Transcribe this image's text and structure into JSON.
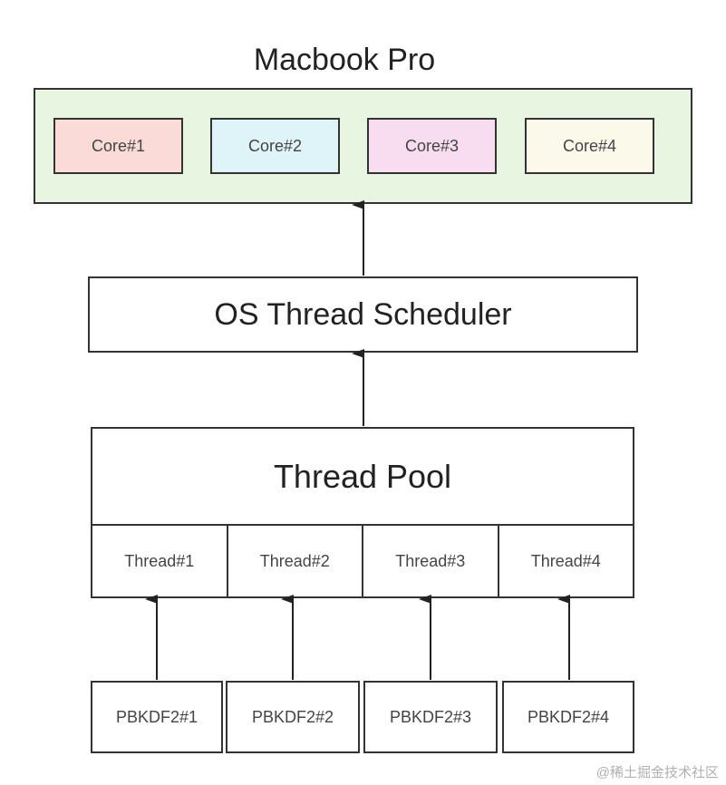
{
  "title": "Macbook Pro",
  "cores": [
    "Core#1",
    "Core#2",
    "Core#3",
    "Core#4"
  ],
  "scheduler": "OS Thread Scheduler",
  "pool": "Thread Pool",
  "threads": [
    "Thread#1",
    "Thread#2",
    "Thread#3",
    "Thread#4"
  ],
  "tasks": [
    "PBKDF2#1",
    "PBKDF2#2",
    "PBKDF2#3",
    "PBKDF2#4"
  ],
  "watermark": "@稀土掘金技术社区",
  "colors": {
    "macbook_bg": "#e8f6e1",
    "core1": "#fadbd8",
    "core2": "#dff4f8",
    "core3": "#f8dcef",
    "core4": "#fbf9ea",
    "stroke": "#333333"
  }
}
